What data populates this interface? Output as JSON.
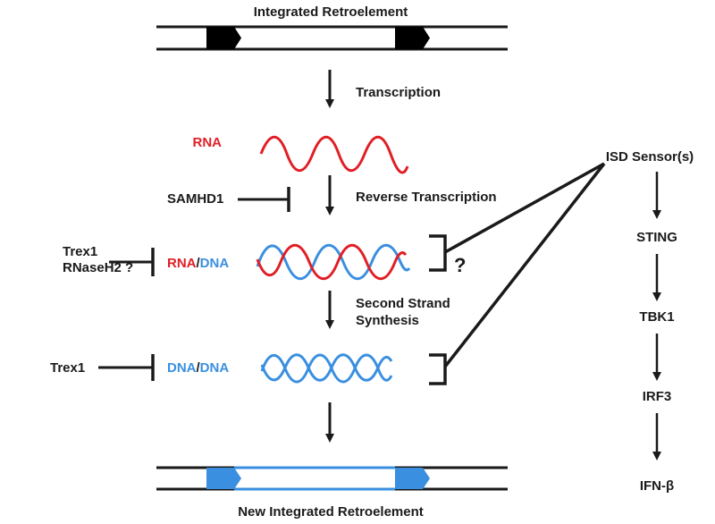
{
  "title_top": "Integrated Retroelement",
  "title_bottom": "New Integrated Retroelement",
  "steps": {
    "transcription": "Transcription",
    "reverse_transcription": "Reverse Transcription",
    "second_strand_line1": "Second Strand",
    "second_strand_line2": "Synthesis"
  },
  "molecules": {
    "rna": "RNA",
    "hybrid_rna": "RNA",
    "hybrid_slash": "/",
    "hybrid_dna": "DNA",
    "ds_dna1": "DNA",
    "ds_slash": "/",
    "ds_dna2": "DNA",
    "question": "?"
  },
  "inhibitors": {
    "samhd1": "SAMHD1",
    "trex1_a": "Trex1",
    "rnaseh2": "RNaseH2 ?",
    "trex1_b": "Trex1"
  },
  "pathway": [
    "ISD Sensor(s)",
    "STING",
    "TBK1",
    "IRF3",
    "IFN-β"
  ],
  "colors": {
    "rna": "#e01f26",
    "dna": "#3a8fe0",
    "ink": "#1a1a1a"
  }
}
